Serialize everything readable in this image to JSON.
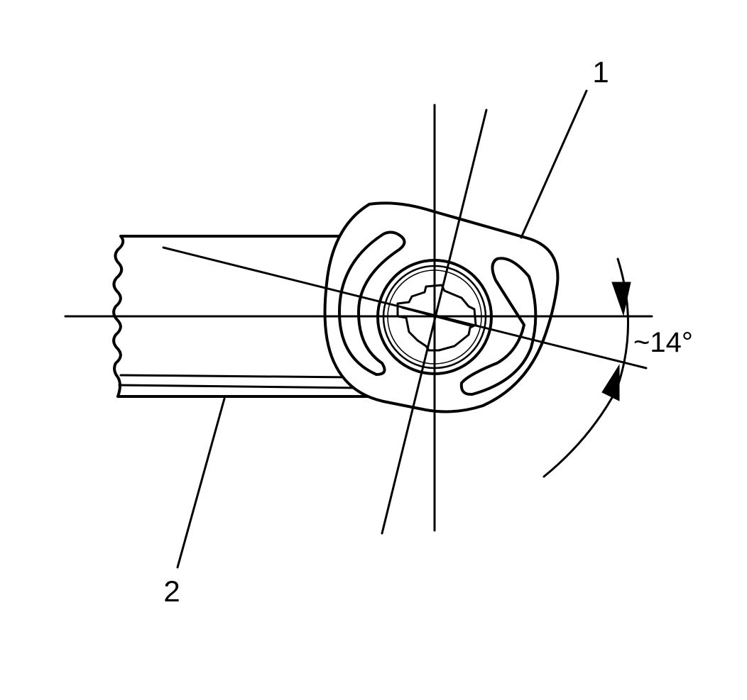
{
  "callouts": {
    "part_1": "1",
    "part_2": "2"
  },
  "angle": {
    "label": "~14°",
    "degrees": 14
  },
  "colors": {
    "ink": "#000000",
    "paper": "#ffffff"
  }
}
